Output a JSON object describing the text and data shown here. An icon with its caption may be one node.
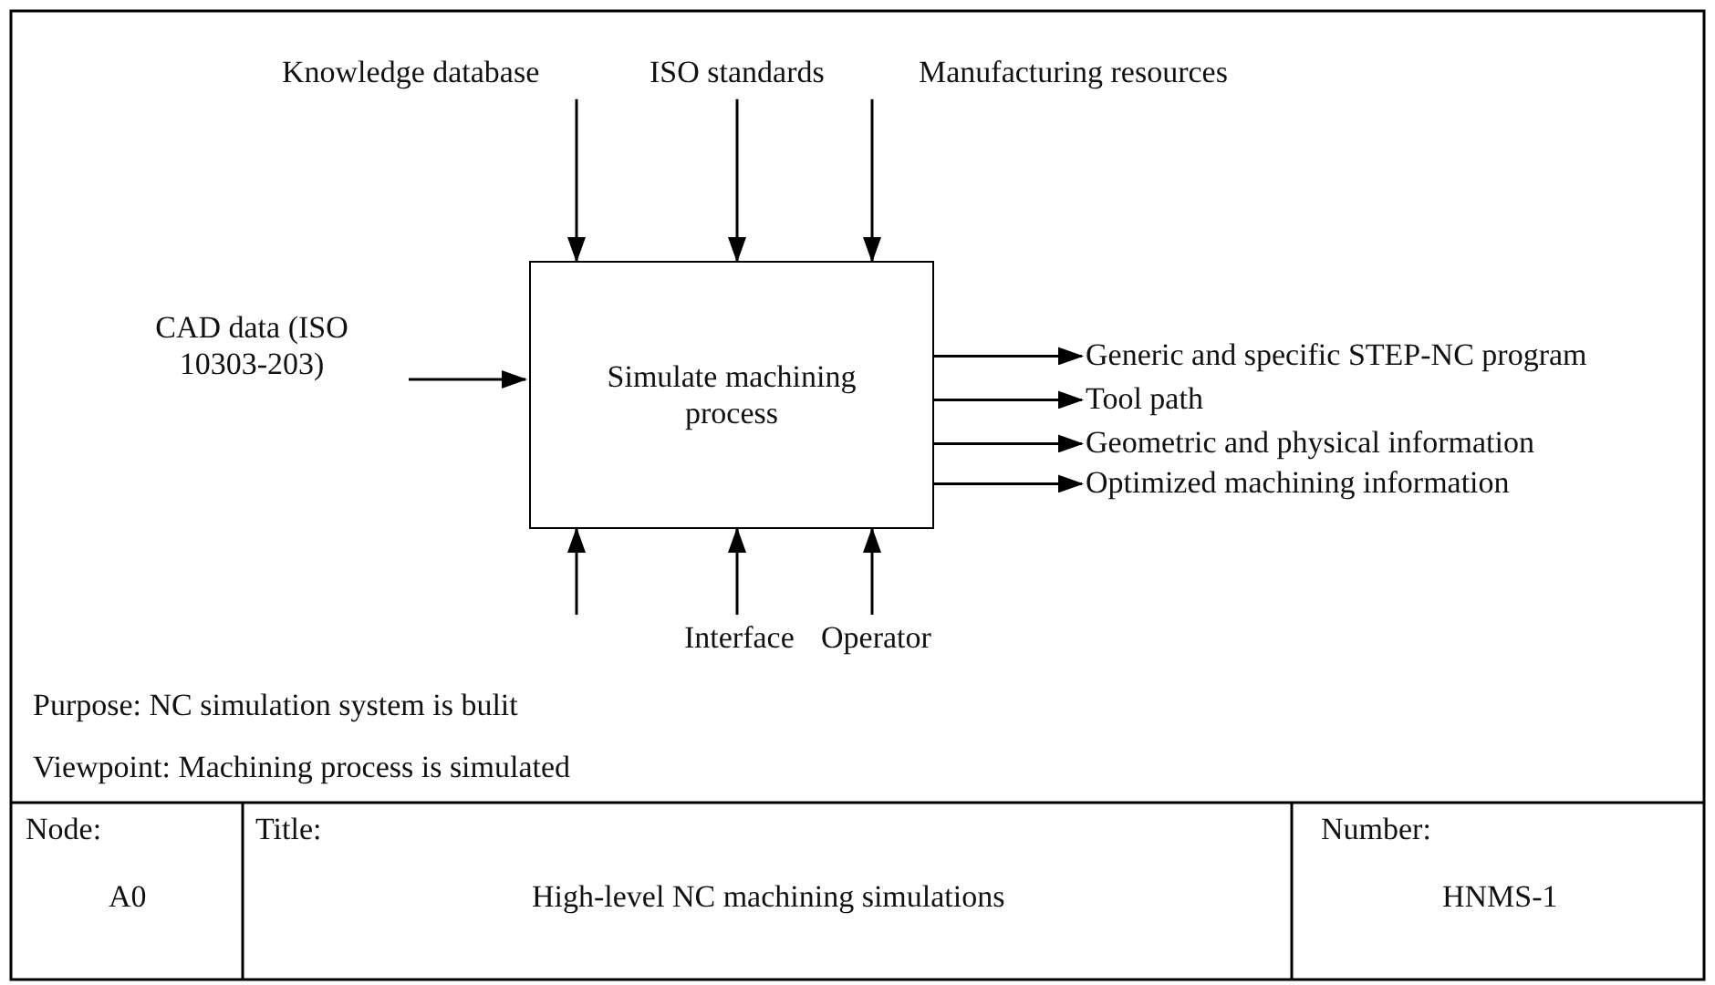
{
  "diagram": {
    "nodes": [
      {
        "text": [
          "Knowledge database"
        ]
      },
      {
        "text": [
          "ISO standards"
        ]
      },
      {
        "text": [
          "Manufacturing resources"
        ]
      },
      {
        "text": [
          "CAD data (ISO 10303-203)"
        ]
      },
      {
        "text": [
          "Simulate machining process"
        ]
      },
      {
        "text": [
          "Generic and specific STEP-NC program"
        ]
      },
      {
        "text": [
          "Tool path"
        ]
      },
      {
        "text": [
          "Geometric and physical information"
        ]
      },
      {
        "text": [
          "Optimized machining information"
        ]
      },
      {
        "text": [
          "Interface"
        ]
      },
      {
        "text": [
          "Operator"
        ]
      }
    ],
    "edges": [
      {
        "from": 0,
        "to": 4,
        "arrow": "to"
      },
      {
        "from": 1,
        "to": 4,
        "arrow": "to"
      },
      {
        "from": 2,
        "to": 4,
        "arrow": "to"
      },
      {
        "from": 3,
        "to": 4,
        "arrow": "to"
      },
      {
        "from": 4,
        "to": 5,
        "arrow": "to"
      },
      {
        "from": 4,
        "to": 6,
        "arrow": "to"
      },
      {
        "from": 4,
        "to": 7,
        "arrow": "to"
      },
      {
        "from": 4,
        "to": 8,
        "arrow": "to"
      },
      {
        "from": null,
        "to": 4,
        "arrow": "to"
      },
      {
        "from": 9,
        "to": 4,
        "arrow": "to"
      },
      {
        "from": 10,
        "to": 4,
        "arrow": "to"
      }
    ],
    "labels": [
      "Purpose: NC simulation system is bulit",
      "Viewpoint: Machining process is simulated",
      "Node:",
      "Title:",
      "Number:",
      "A0",
      "High-level NC machining simulations",
      "HNMS-1"
    ]
  }
}
